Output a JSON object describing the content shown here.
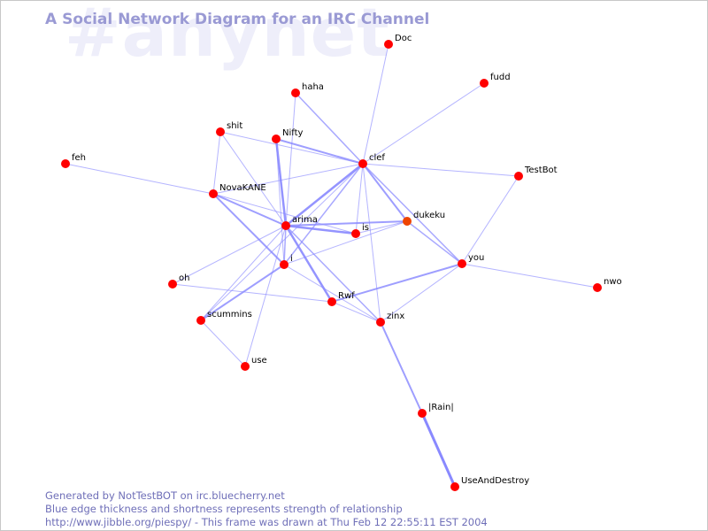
{
  "watermark": "#anynet",
  "title": "A Social Network Diagram for an IRC Channel",
  "colors": {
    "edge": "#8888ff",
    "node": "#ff0000",
    "node_alt": "#ee4400",
    "title": "#9a9ad4",
    "footer": "#6f6fb8",
    "watermark": "#eeeefa"
  },
  "footer": {
    "line1": "Generated by NotTestBOT on irc.bluecherry.net",
    "line2": "Blue edge thickness and shortness represents strength of relationship",
    "line3": "http://www.jibble.org/piespy/ - This frame was drawn at Thu Feb 12 22:55:11 EST 2004"
  },
  "nodes": [
    {
      "id": "Doc",
      "label": "Doc"
    },
    {
      "id": "fudd",
      "label": "fudd"
    },
    {
      "id": "haha",
      "label": "haha"
    },
    {
      "id": "shit",
      "label": "shit"
    },
    {
      "id": "Nifty",
      "label": "Nifty"
    },
    {
      "id": "clef",
      "label": "clef"
    },
    {
      "id": "feh",
      "label": "feh"
    },
    {
      "id": "TestBot",
      "label": "TestBot"
    },
    {
      "id": "NovaKANE",
      "label": "NovaKANE"
    },
    {
      "id": "arima",
      "label": "arima"
    },
    {
      "id": "dukeku",
      "label": "dukeku",
      "alt": true
    },
    {
      "id": "is",
      "label": "is"
    },
    {
      "id": "you",
      "label": "you"
    },
    {
      "id": "i",
      "label": "i"
    },
    {
      "id": "oh",
      "label": "oh"
    },
    {
      "id": "nwo",
      "label": "nwo"
    },
    {
      "id": "Rwf",
      "label": "Rwf"
    },
    {
      "id": "zinx",
      "label": "zinx"
    },
    {
      "id": "scummins",
      "label": "scummins"
    },
    {
      "id": "use",
      "label": "use"
    },
    {
      "id": "Rain",
      "label": "|Rain|"
    },
    {
      "id": "UseAndDestroy",
      "label": "UseAndDestroy"
    }
  ],
  "edges": [
    {
      "s": "Doc",
      "t": "clef",
      "w": 1
    },
    {
      "s": "fudd",
      "t": "clef",
      "w": 1
    },
    {
      "s": "haha",
      "t": "clef",
      "w": 1.5
    },
    {
      "s": "haha",
      "t": "arima",
      "w": 1
    },
    {
      "s": "shit",
      "t": "clef",
      "w": 1
    },
    {
      "s": "shit",
      "t": "arima",
      "w": 1
    },
    {
      "s": "shit",
      "t": "NovaKANE",
      "w": 1
    },
    {
      "s": "Nifty",
      "t": "clef",
      "w": 2
    },
    {
      "s": "Nifty",
      "t": "arima",
      "w": 2.5
    },
    {
      "s": "Nifty",
      "t": "i",
      "w": 1
    },
    {
      "s": "clef",
      "t": "NovaKANE",
      "w": 1
    },
    {
      "s": "clef",
      "t": "TestBot",
      "w": 1
    },
    {
      "s": "clef",
      "t": "arima",
      "w": 2.5
    },
    {
      "s": "clef",
      "t": "dukeku",
      "w": 2
    },
    {
      "s": "clef",
      "t": "is",
      "w": 1
    },
    {
      "s": "clef",
      "t": "you",
      "w": 1.5
    },
    {
      "s": "clef",
      "t": "i",
      "w": 1.5
    },
    {
      "s": "clef",
      "t": "zinx",
      "w": 1
    },
    {
      "s": "clef",
      "t": "scummins",
      "w": 1
    },
    {
      "s": "feh",
      "t": "NovaKANE",
      "w": 1
    },
    {
      "s": "NovaKANE",
      "t": "arima",
      "w": 2
    },
    {
      "s": "NovaKANE",
      "t": "i",
      "w": 2
    },
    {
      "s": "NovaKANE",
      "t": "is",
      "w": 1
    },
    {
      "s": "arima",
      "t": "is",
      "w": 2.5
    },
    {
      "s": "arima",
      "t": "dukeku",
      "w": 2
    },
    {
      "s": "arima",
      "t": "i",
      "w": 1.5
    },
    {
      "s": "arima",
      "t": "Rwf",
      "w": 2.5
    },
    {
      "s": "arima",
      "t": "zinx",
      "w": 1.5
    },
    {
      "s": "arima",
      "t": "oh",
      "w": 1
    },
    {
      "s": "arima",
      "t": "use",
      "w": 1
    },
    {
      "s": "arima",
      "t": "scummins",
      "w": 1
    },
    {
      "s": "is",
      "t": "dukeku",
      "w": 1
    },
    {
      "s": "dukeku",
      "t": "you",
      "w": 1.5
    },
    {
      "s": "TestBot",
      "t": "you",
      "w": 1
    },
    {
      "s": "you",
      "t": "nwo",
      "w": 1
    },
    {
      "s": "you",
      "t": "Rwf",
      "w": 2
    },
    {
      "s": "you",
      "t": "zinx",
      "w": 1
    },
    {
      "s": "i",
      "t": "scummins",
      "w": 2
    },
    {
      "s": "i",
      "t": "dukeku",
      "w": 1
    },
    {
      "s": "i",
      "t": "zinx",
      "w": 1
    },
    {
      "s": "oh",
      "t": "Rwf",
      "w": 1
    },
    {
      "s": "scummins",
      "t": "use",
      "w": 1
    },
    {
      "s": "Rwf",
      "t": "zinx",
      "w": 1
    },
    {
      "s": "zinx",
      "t": "Rain",
      "w": 2
    },
    {
      "s": "Rain",
      "t": "UseAndDestroy",
      "w": 3
    }
  ]
}
